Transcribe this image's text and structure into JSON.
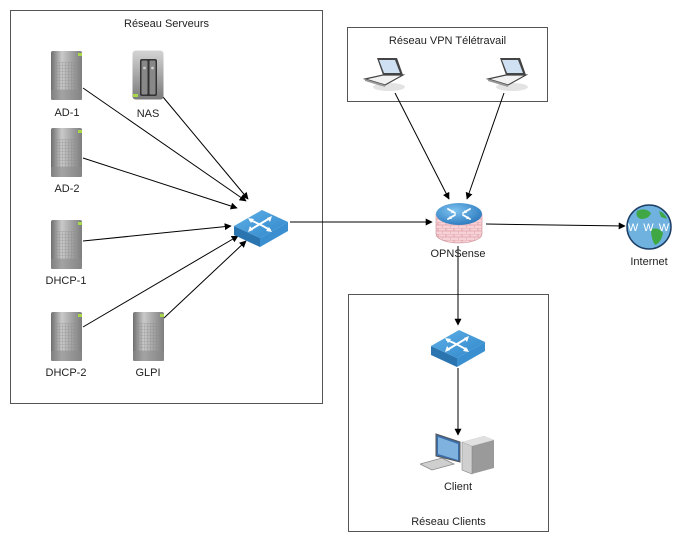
{
  "zones": {
    "servers": {
      "title": "Réseau Serveurs"
    },
    "vpn": {
      "title": "Réseau VPN Télétravail"
    },
    "clients": {
      "title": "Réseau Clients"
    }
  },
  "nodes": {
    "ad1": {
      "label": "AD-1",
      "type": "server"
    },
    "nas": {
      "label": "NAS",
      "type": "nas"
    },
    "ad2": {
      "label": "AD-2",
      "type": "server"
    },
    "dhcp1": {
      "label": "DHCP-1",
      "type": "server"
    },
    "dhcp2": {
      "label": "DHCP-2",
      "type": "server"
    },
    "glpi": {
      "label": "GLPI",
      "type": "server"
    },
    "switch_servers": {
      "label": "",
      "type": "switch"
    },
    "laptop1": {
      "label": "",
      "type": "laptop"
    },
    "laptop2": {
      "label": "",
      "type": "laptop"
    },
    "opnsense": {
      "label": "OPNSense",
      "type": "firewall-router"
    },
    "internet": {
      "label": "Internet",
      "type": "globe",
      "globe_text": "W W W"
    },
    "switch_clients": {
      "label": "",
      "type": "switch"
    },
    "client": {
      "label": "Client",
      "type": "workstation"
    }
  },
  "edges": [
    {
      "from": "ad1",
      "to": "switch_servers"
    },
    {
      "from": "nas",
      "to": "switch_servers"
    },
    {
      "from": "ad2",
      "to": "switch_servers"
    },
    {
      "from": "dhcp1",
      "to": "switch_servers"
    },
    {
      "from": "dhcp2",
      "to": "switch_servers"
    },
    {
      "from": "glpi",
      "to": "switch_servers"
    },
    {
      "from": "switch_servers",
      "to": "opnsense"
    },
    {
      "from": "laptop1",
      "to": "opnsense"
    },
    {
      "from": "laptop2",
      "to": "opnsense"
    },
    {
      "from": "opnsense",
      "to": "internet"
    },
    {
      "from": "opnsense",
      "to": "switch_clients"
    },
    {
      "from": "switch_clients",
      "to": "client"
    }
  ],
  "colors": {
    "switch_blue": "#3a8fd0",
    "router_blue": "#2f7fc4",
    "firewall_pink": "#f4c6cc",
    "globe_blue": "#6fb2e0",
    "globe_green": "#3fa845",
    "server_gray": "#9a9a9a",
    "led_green": "#a8d84a"
  }
}
